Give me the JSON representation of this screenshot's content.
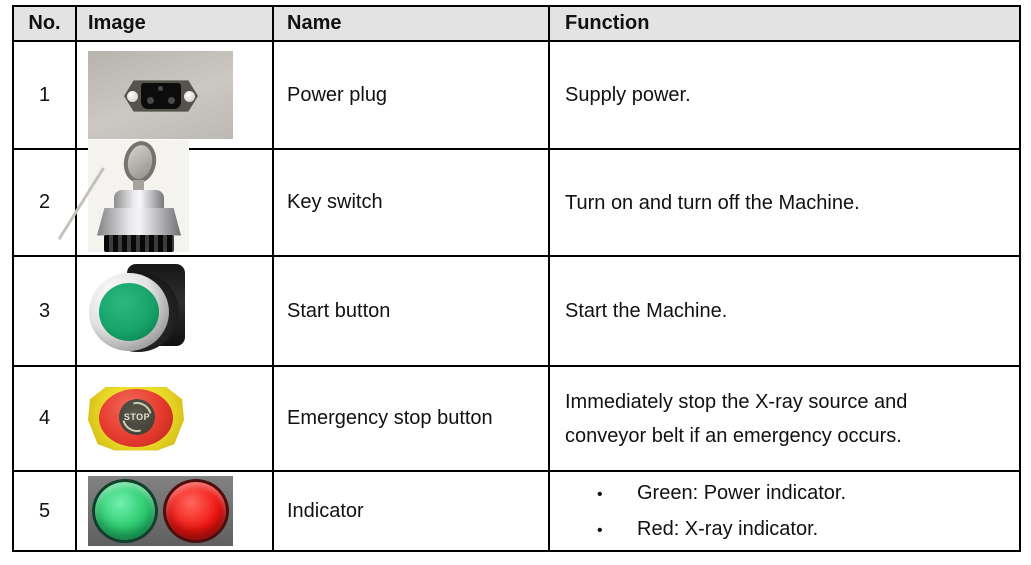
{
  "table": {
    "headers": {
      "no": "No.",
      "image": "Image",
      "name": "Name",
      "function": "Function"
    },
    "rows": [
      {
        "no": "1",
        "image": "power plug photo",
        "name": "Power plug",
        "function": "Supply power."
      },
      {
        "no": "2",
        "image": "key switch photo",
        "name": "Key switch",
        "function": "Turn on and turn off the Machine."
      },
      {
        "no": "3",
        "image": "start button photo",
        "name": "Start button",
        "function": "Start the Machine."
      },
      {
        "no": "4",
        "image": "emergency stop button photo",
        "name": "Emergency stop button",
        "function": "Immediately stop the X-ray source and conveyor belt if an emergency occurs."
      },
      {
        "no": "5",
        "image": "indicator lights photo",
        "name": "Indicator",
        "function_bullets": [
          "Green: Power indicator.",
          "Red: X-ray indicator."
        ]
      }
    ],
    "emergency_stop_label": "STOP",
    "bullet_glyph": "•",
    "colors": {
      "header_bg": "#e3e3e3",
      "border": "#000000",
      "start_button_green": "#17a36a",
      "emergency_red": "#e63a2e",
      "emergency_yellow": "#e9d827",
      "indicator_green": "#2ecc71",
      "indicator_red": "#ee1511"
    }
  }
}
